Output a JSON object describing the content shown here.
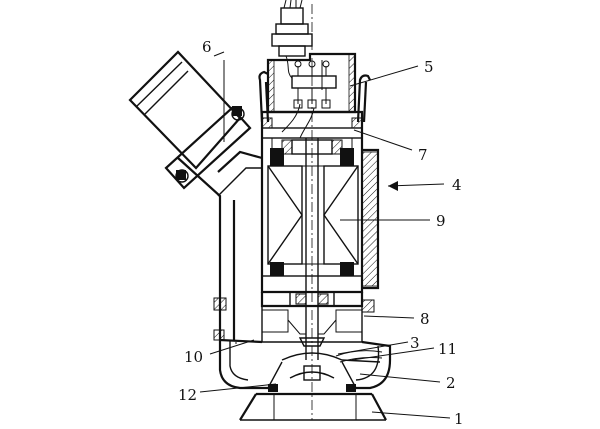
{
  "diagram": {
    "callouts": [
      {
        "id": "1",
        "text": "1"
      },
      {
        "id": "2",
        "text": "2"
      },
      {
        "id": "3",
        "text": "3"
      },
      {
        "id": "4",
        "text": "4"
      },
      {
        "id": "5",
        "text": "5"
      },
      {
        "id": "6",
        "text": "6"
      },
      {
        "id": "7",
        "text": "7"
      },
      {
        "id": "8",
        "text": "8"
      },
      {
        "id": "9",
        "text": "9"
      },
      {
        "id": "10",
        "text": "10"
      },
      {
        "id": "11",
        "text": "11"
      },
      {
        "id": "12",
        "text": "12"
      }
    ]
  }
}
